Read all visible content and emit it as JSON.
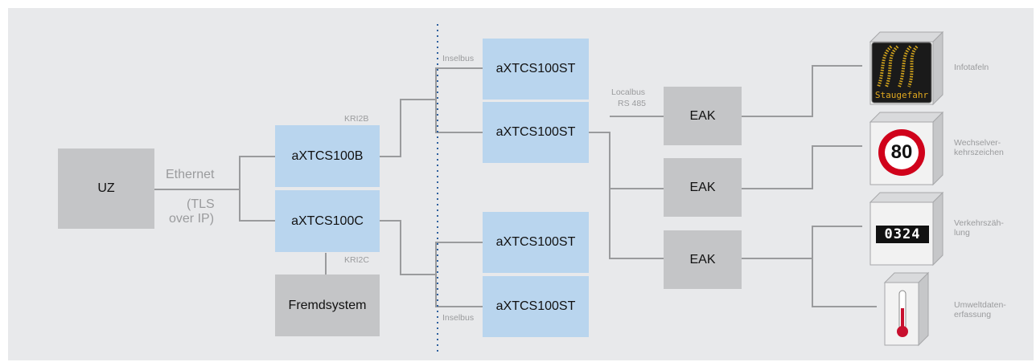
{
  "nodes": {
    "uz": "UZ",
    "axtcs100b": "aXTCS100B",
    "axtcs100c": "aXTCS100C",
    "fremdsystem": "Fremdsystem",
    "st1": "aXTCS100ST",
    "st2": "aXTCS100ST",
    "st3": "aXTCS100ST",
    "st4": "aXTCS100ST",
    "eak1": "EAK",
    "eak2": "EAK",
    "eak3": "EAK"
  },
  "labels": {
    "ethernet": "Ethernet",
    "tls_line1": "(TLS",
    "tls_line2": "over IP)",
    "kri2b": "KRI2B",
    "kri2c": "KRI2C",
    "inselbus_top": "Inselbus",
    "inselbus_bottom": "Inselbus",
    "localbus_line1": "Localbus",
    "localbus_line2": "RS 485"
  },
  "devices": {
    "infotafel": {
      "label": "Infotafeln",
      "screen_text": "Staugefahr"
    },
    "wechsel": {
      "label_line1": "Wechselver-",
      "label_line2": "kehrszeichen",
      "sign_value": "80"
    },
    "zaehlung": {
      "label_line1": "Verkehrszäh-",
      "label_line2": "lung",
      "counter": "0324"
    },
    "umwelt": {
      "label_line1": "Umweltdaten-",
      "label_line2": "erfassung"
    }
  },
  "colors": {
    "panel": "#e8e9eb",
    "gray_box": "#c4c5c7",
    "blue_box": "#b9d5ee",
    "line": "#9a9b9d",
    "dotted": "#2d5f9e",
    "sign_red": "#d0021b"
  }
}
